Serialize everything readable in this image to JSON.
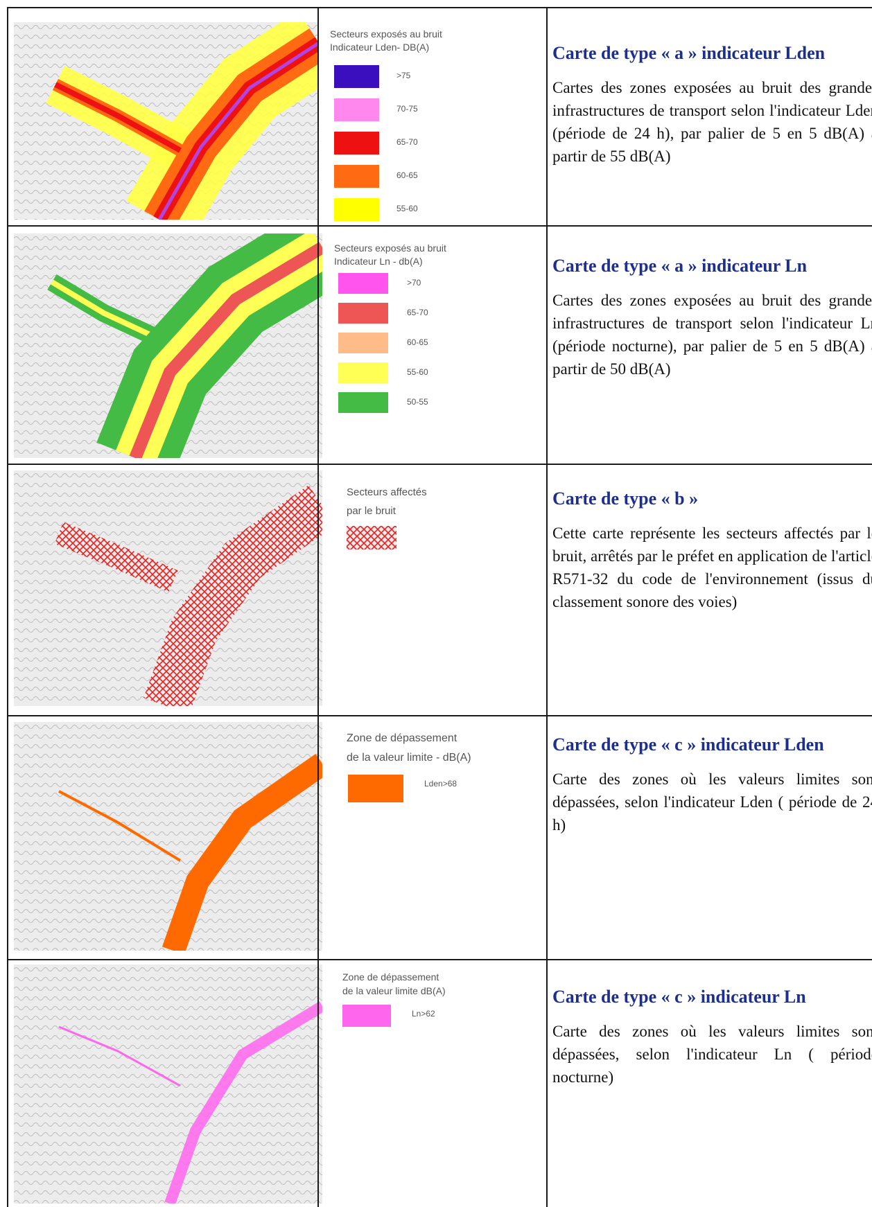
{
  "rows": [
    {
      "legend_title_1": "Secteurs exposés au bruit",
      "legend_title_2": "Indicateur Lden- DB(A)",
      "swatches": [
        {
          "label": ">75",
          "color": "#3b0fbd"
        },
        {
          "label": "70-75",
          "color": "#ff88ee"
        },
        {
          "label": "65-70",
          "color": "#ee1111"
        },
        {
          "label": "60-65",
          "color": "#ff6a13"
        },
        {
          "label": "55-60",
          "color": "#ffff00"
        }
      ],
      "title": "Carte de type « a » indicateur Lden",
      "text": "Cartes des zones exposées au bruit des grandes infrastructures de transport selon l'indicateur Lden (période de 24 h), par palier de 5 en 5 dB(A) à partir de 55 dB(A)"
    },
    {
      "legend_title_1": "Secteurs exposés au bruit",
      "legend_title_2": "Indicateur Ln - db(A)",
      "swatches": [
        {
          "label": ">70",
          "color": "#ff55ee"
        },
        {
          "label": "65-70",
          "color": "#ee5555"
        },
        {
          "label": "60-65",
          "color": "#ffbb88"
        },
        {
          "label": "55-60",
          "color": "#ffff55"
        },
        {
          "label": "50-55",
          "color": "#44bb44"
        }
      ],
      "title": "Carte de type « a » indicateur Ln",
      "text": "Cartes des zones exposées au bruit des grandes infrastructures de transport selon l'indicateur Ln (période nocturne), par palier de 5 en 5 dB(A) à partir de 50 dB(A)"
    },
    {
      "legend_title_1": "Secteurs affectés",
      "legend_title_2": "par le bruit",
      "swatches": [],
      "title": "Carte de type « b »",
      "text": "Cette carte représente les secteurs affectés par le bruit, arrêtés par le préfet en application de l'article R571-32 du code de l'environnement (issus du classement sonore des voies)"
    },
    {
      "legend_title_1": "Zone de dépassement",
      "legend_title_2": "de la valeur limite - dB(A)",
      "swatches": [
        {
          "label": "Lden>68",
          "color": "#ff6a00"
        }
      ],
      "title": "Carte de type « c » indicateur Lden",
      "text": "Carte des zones où les valeurs limites sont dépassées, selon l'indicateur Lden ( période de 24 h)"
    },
    {
      "legend_title_1": "Zone de dépassement",
      "legend_title_2": "de la valeur limite dB(A)",
      "swatches": [
        {
          "label": "Ln>62",
          "color": "#ff66ee"
        }
      ],
      "title": "Carte de type « c » indicateur Ln",
      "text": "Carte des zones où les valeurs limites sont dépassées, selon l'indicateur Ln ( période nocturne)"
    }
  ]
}
